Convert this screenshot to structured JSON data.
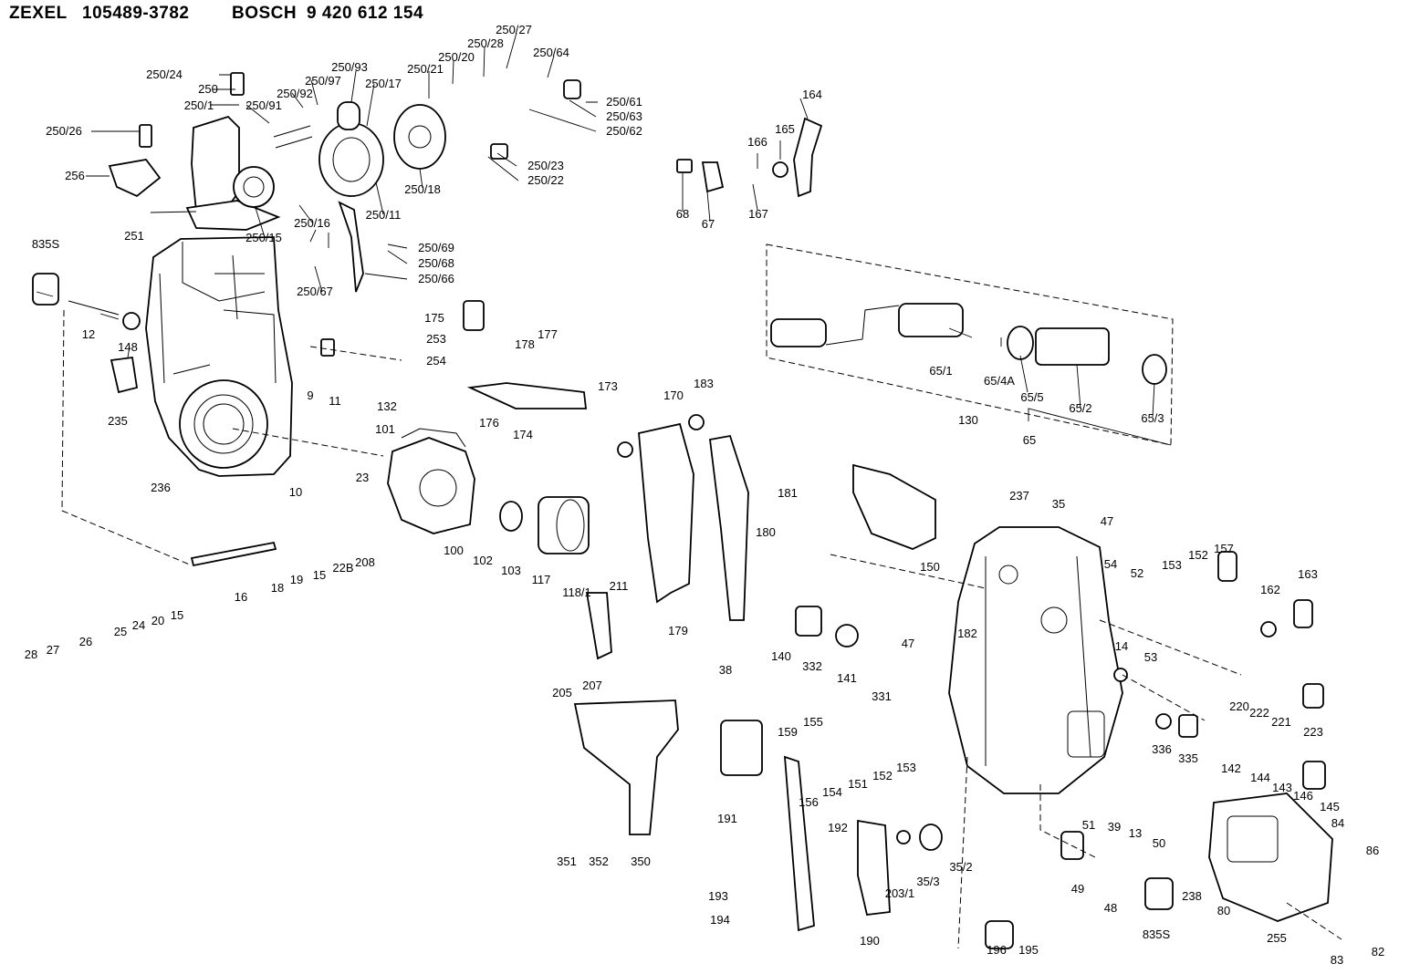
{
  "header": {
    "brand_primary": "ZEXEL",
    "part_number_primary": "105489-3782",
    "brand_secondary": "BOSCH",
    "part_number_secondary": "9 420 612 154"
  },
  "labels": {
    "l_250_24": "250/24",
    "l_250": "250",
    "l_250_1": "250/1",
    "l_250_26": "250/26",
    "l_256": "256",
    "l_251": "251",
    "l_250_91": "250/91",
    "l_250_92": "250/92",
    "l_250_97": "250/97",
    "l_250_93": "250/93",
    "l_250_17": "250/17",
    "l_250_21": "250/21",
    "l_250_20": "250/20",
    "l_250_28": "250/28",
    "l_250_27": "250/27",
    "l_250_64": "250/64",
    "l_250_61": "250/61",
    "l_250_63": "250/63",
    "l_250_62": "250/62",
    "l_250_23": "250/23",
    "l_250_22": "250/22",
    "l_250_18": "250/18",
    "l_250_11": "250/11",
    "l_250_16": "250/16",
    "l_250_15": "250/15",
    "l_250_69": "250/69",
    "l_250_68": "250/68",
    "l_250_66": "250/66",
    "l_250_67": "250/67",
    "l_164": "164",
    "l_166": "166",
    "l_165": "165",
    "l_167": "167",
    "l_68": "68",
    "l_67": "67",
    "l_835s_a": "835S",
    "l_12": "12",
    "l_148": "148",
    "l_235": "235",
    "l_236": "236",
    "l_9": "9",
    "l_11": "11",
    "l_132": "132",
    "l_175": "175",
    "l_253": "253",
    "l_254": "254",
    "l_178": "178",
    "l_177": "177",
    "l_176": "176",
    "l_174": "174",
    "l_173": "173",
    "l_170": "170",
    "l_183": "183",
    "l_101": "101",
    "l_10": "10",
    "l_23": "23",
    "l_100": "100",
    "l_102": "102",
    "l_103": "103",
    "l_117": "117",
    "l_118_1": "118/1",
    "l_15_a": "15",
    "l_22b": "22B",
    "l_208": "208",
    "l_16": "16",
    "l_18": "18",
    "l_19": "19",
    "l_25": "25",
    "l_24": "24",
    "l_20": "20",
    "l_15_b": "15",
    "l_28": "28",
    "l_27": "27",
    "l_26": "26",
    "l_211": "211",
    "l_205": "205",
    "l_207": "207",
    "l_179": "179",
    "l_38": "38",
    "l_180": "180",
    "l_181": "181",
    "l_140": "140",
    "l_332": "332",
    "l_141": "141",
    "l_331": "331",
    "l_65_1": "65/1",
    "l_65_4a": "65/4A",
    "l_65_5": "65/5",
    "l_65_2": "65/2",
    "l_65_3": "65/3",
    "l_65": "65",
    "l_130": "130",
    "l_150": "150",
    "l_182": "182",
    "l_47_a": "47",
    "l_237": "237",
    "l_35": "35",
    "l_47_b": "47",
    "l_54": "54",
    "l_52": "52",
    "l_153_a": "153",
    "l_152_a": "152",
    "l_157": "157",
    "l_162": "162",
    "l_163": "163",
    "l_14": "14",
    "l_53": "53",
    "l_220": "220",
    "l_222": "222",
    "l_221": "221",
    "l_223": "223",
    "l_336": "336",
    "l_335": "335",
    "l_142": "142",
    "l_144": "144",
    "l_143": "143",
    "l_146": "146",
    "l_145": "145",
    "l_159": "159",
    "l_155": "155",
    "l_156": "156",
    "l_154": "154",
    "l_151": "151",
    "l_152_b": "152",
    "l_153_b": "153",
    "l_191": "191",
    "l_351": "351",
    "l_352": "352",
    "l_350": "350",
    "l_192": "192",
    "l_193": "193",
    "l_194": "194",
    "l_190": "190",
    "l_203_1": "203/1",
    "l_35_3": "35/3",
    "l_35_2": "35/2",
    "l_196": "196",
    "l_195": "195",
    "l_51": "51",
    "l_39": "39",
    "l_13": "13",
    "l_50": "50",
    "l_49": "49",
    "l_48": "48",
    "l_835s_b": "835S",
    "l_238": "238",
    "l_80": "80",
    "l_84": "84",
    "l_255": "255",
    "l_86": "86",
    "l_82": "82",
    "l_83": "83"
  }
}
